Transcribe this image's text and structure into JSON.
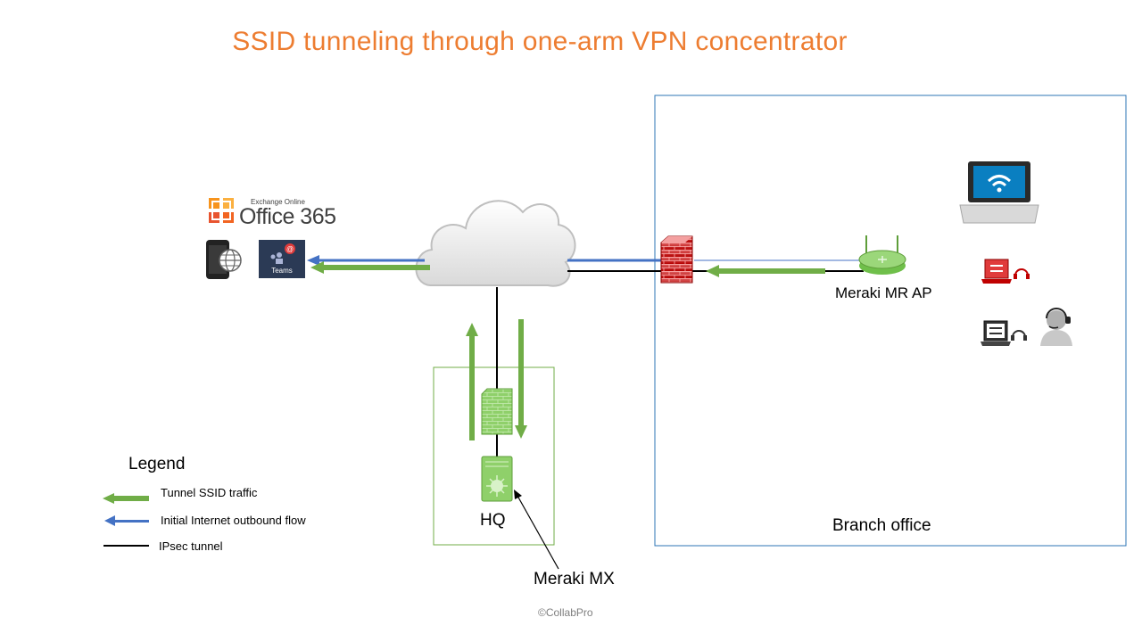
{
  "title": "SSID tunneling through one-arm VPN concentrator",
  "labels": {
    "office365_brand": "Office 365",
    "exchange_online": "Exchange Online",
    "teams": "Teams",
    "ap": "Meraki MR AP",
    "hq": "HQ",
    "mx": "Meraki MX",
    "branch": "Branch office"
  },
  "legend": {
    "title": "Legend",
    "items": [
      {
        "label": "Tunnel SSID traffic",
        "color": "#70ad47"
      },
      {
        "label": "Initial Internet outbound  flow",
        "color": "#4472c4"
      },
      {
        "label": "IPsec tunnel",
        "color": "#000000"
      }
    ]
  },
  "copyright": "©CollabPro",
  "colors": {
    "tunnel_green": "#70ad47",
    "internet_blue": "#4472c4",
    "ipsec_black": "#000000",
    "title_orange": "#ed7d31",
    "branch_border": "#2e75b6",
    "hq_border": "#70ad47",
    "firewall_red": "#c00000"
  }
}
